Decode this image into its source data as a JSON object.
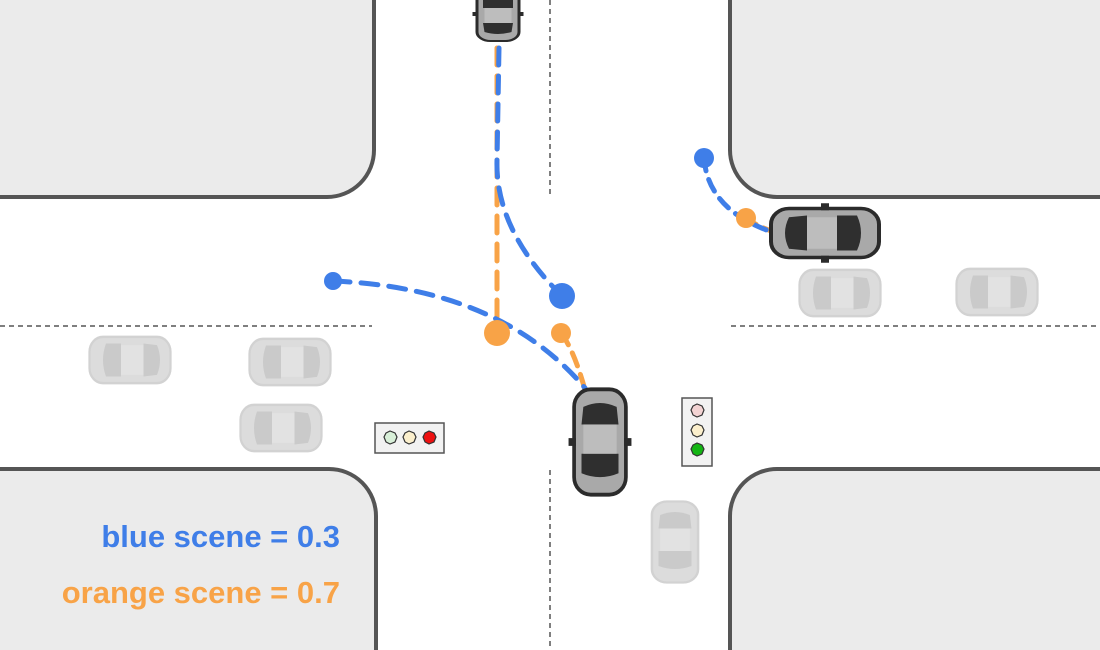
{
  "legend": {
    "blue": "blue scene = 0.3",
    "orange": "orange scene = 0.7"
  },
  "colors": {
    "blue": "#3f7ee8",
    "orange": "#f8a347",
    "block_fill": "#ebebeb",
    "block_stroke": "#555555",
    "road": "#ffffff",
    "car_body": "#a9a9a9",
    "car_glass": "#2f2f2f",
    "ghost_car": "#dcdcdc"
  },
  "traffic_lights": {
    "horizontal": [
      "off-green",
      "off-yellow",
      "red"
    ],
    "vertical": [
      "off-red",
      "off-yellow",
      "green"
    ]
  }
}
